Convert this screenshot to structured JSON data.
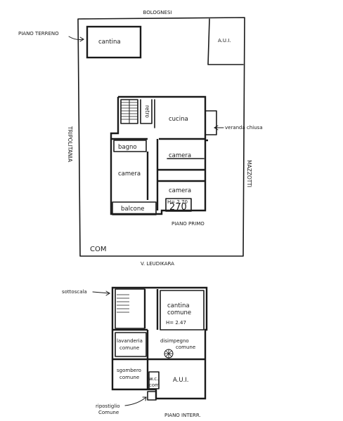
{
  "top_plan": {
    "street_top": "BOLOGNESI",
    "street_bottom": "V. LEUDIKARA",
    "street_left": "TRIPOLITANIA",
    "street_right": "MAZZOTTI",
    "floor_ground_label": "PIANO TERRENO",
    "floor_first_label": "PIANO PRIMO",
    "cantina": "cantina",
    "aui_top": "A.U.I.",
    "retro": "retro",
    "cucina": "cucina",
    "veranda": "veranda chiusa",
    "bagno": "bagno",
    "camera_1": "camera",
    "camera_2": "camera",
    "camera_3": "camera",
    "height_note": "H= 2.70",
    "height_big": "270",
    "balcone": "balcone",
    "stamp": "COM"
  },
  "bottom_plan": {
    "sottoscala": "sottoscala",
    "cantina_comune_1": "cantina",
    "cantina_comune_2": "comune",
    "height_note": "H= 2.47",
    "lavanderia_1": "lavanderia",
    "lavanderia_2": "comune",
    "disimpegno_1": "disimpegno",
    "disimpegno_2": "comune",
    "sgombero_1": "sgombero",
    "sgombero_2": "comune",
    "wc_1": "w.c.",
    "wc_2": "com",
    "aui_bottom": "A.U.I.",
    "ripostiglio_1": "ripostiglio",
    "ripostiglio_2": "Comune",
    "floor_label": "PIANO INTERR."
  }
}
